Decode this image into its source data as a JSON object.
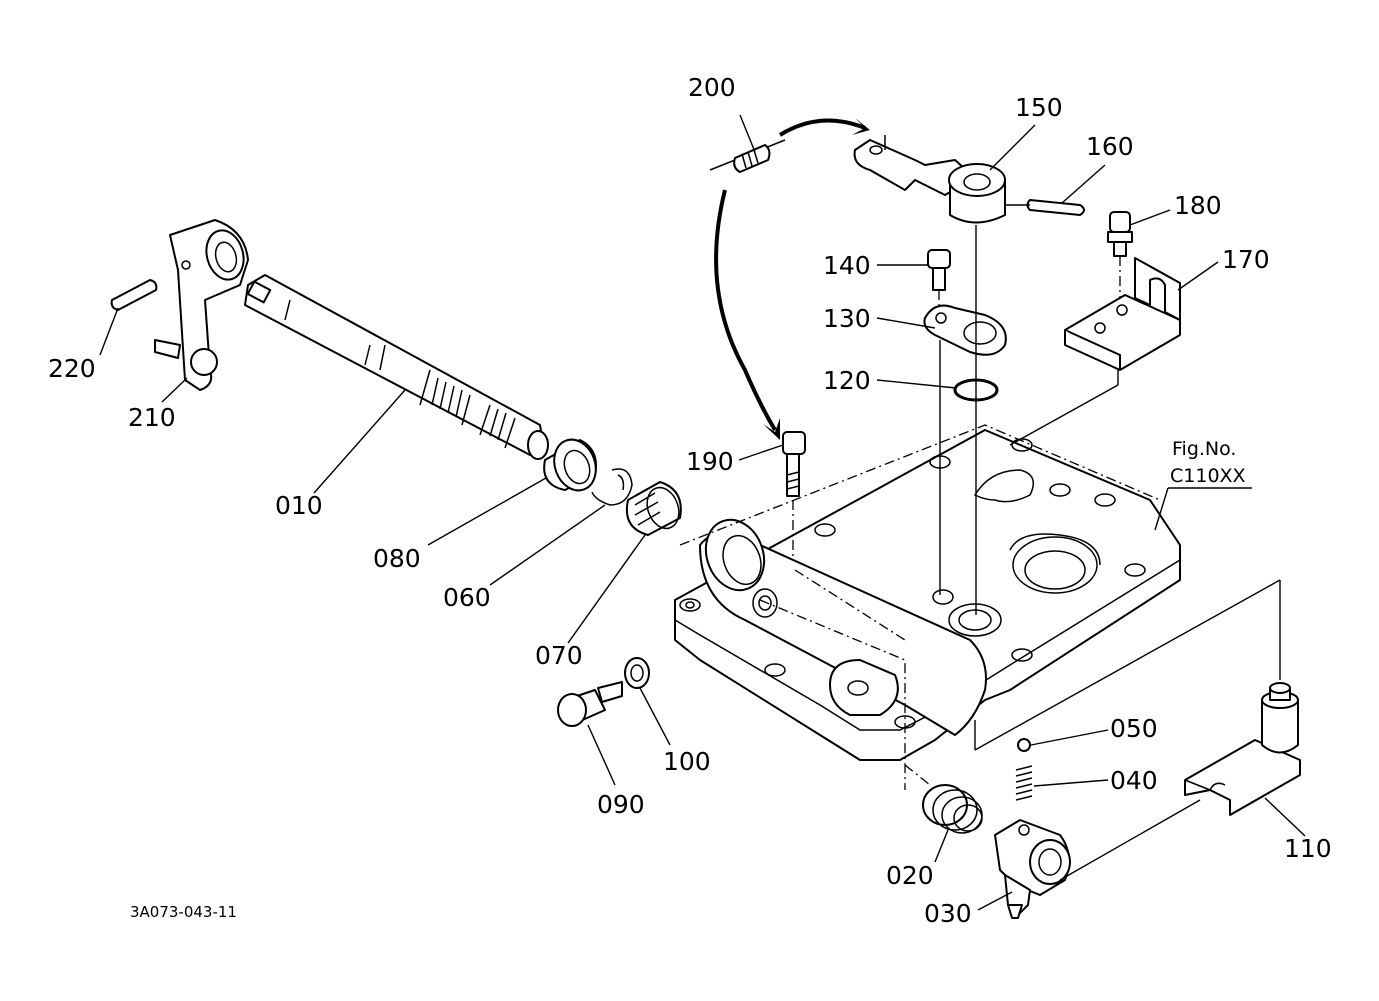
{
  "figure": {
    "fig_no_label": "Fig.No.",
    "fig_no_value": "C110XX",
    "drawing_code": "3A073-043-11"
  },
  "parts": [
    {
      "id": "010",
      "label": "010"
    },
    {
      "id": "020",
      "label": "020"
    },
    {
      "id": "030",
      "label": "030"
    },
    {
      "id": "040",
      "label": "040"
    },
    {
      "id": "050",
      "label": "050"
    },
    {
      "id": "060",
      "label": "060"
    },
    {
      "id": "070",
      "label": "070"
    },
    {
      "id": "080",
      "label": "080"
    },
    {
      "id": "090",
      "label": "090"
    },
    {
      "id": "100",
      "label": "100"
    },
    {
      "id": "110",
      "label": "110"
    },
    {
      "id": "120",
      "label": "120"
    },
    {
      "id": "130",
      "label": "130"
    },
    {
      "id": "140",
      "label": "140"
    },
    {
      "id": "150",
      "label": "150"
    },
    {
      "id": "160",
      "label": "160"
    },
    {
      "id": "170",
      "label": "170"
    },
    {
      "id": "180",
      "label": "180"
    },
    {
      "id": "190",
      "label": "190"
    },
    {
      "id": "200",
      "label": "200"
    },
    {
      "id": "210",
      "label": "210"
    },
    {
      "id": "220",
      "label": "220"
    }
  ]
}
